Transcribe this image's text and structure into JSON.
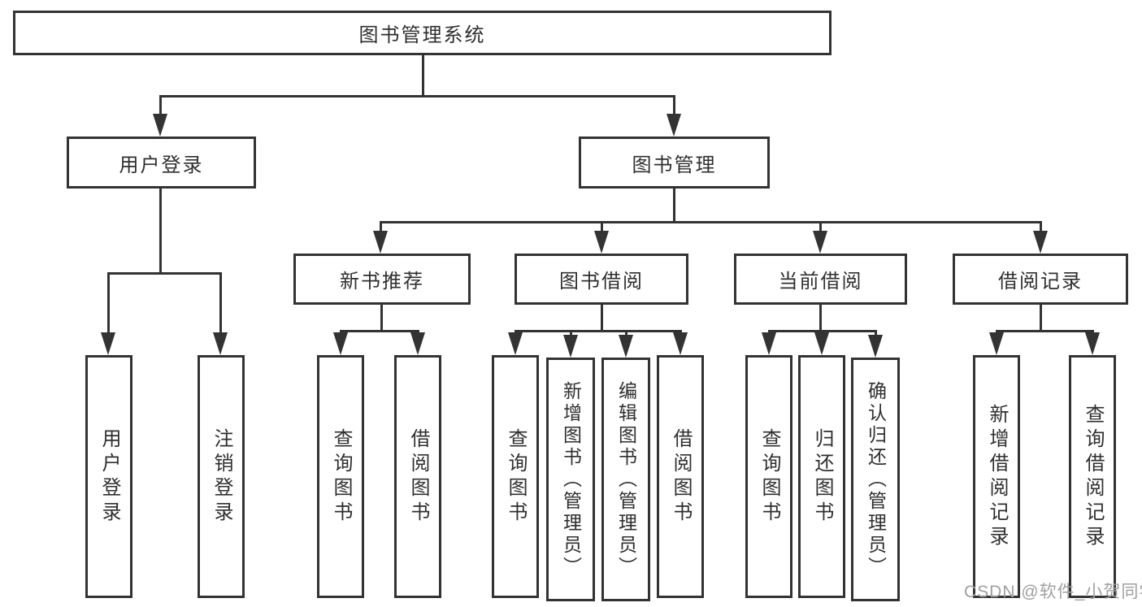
{
  "tree": {
    "root": {
      "label": "图书管理系统"
    },
    "branches": [
      {
        "label": "用户登录",
        "children": [
          {
            "label": "用户登录"
          },
          {
            "label": "注销登录"
          }
        ]
      },
      {
        "label": "图书管理",
        "children": [
          {
            "label": "新书推荐",
            "children": [
              {
                "label": "查询图书"
              },
              {
                "label": "借阅图书"
              }
            ]
          },
          {
            "label": "图书借阅",
            "children": [
              {
                "label": "查询图书"
              },
              {
                "label": "新增图书（管理员）"
              },
              {
                "label": "编辑图书（管理员）"
              },
              {
                "label": "借阅图书"
              }
            ]
          },
          {
            "label": "当前借阅",
            "children": [
              {
                "label": "查询图书"
              },
              {
                "label": "归还图书"
              },
              {
                "label": "确认归还（管理员）"
              }
            ]
          },
          {
            "label": "借阅记录",
            "children": [
              {
                "label": "新增借阅记录"
              },
              {
                "label": "查询借阅记录"
              }
            ]
          }
        ]
      }
    ]
  },
  "watermark": {
    "text": "CSDN @软件_小贺同学"
  },
  "colors": {
    "line": "#333333",
    "border": "#333333",
    "text": "#2f2f2f",
    "background": "#ffffff",
    "watermark": "#a0a0a0"
  }
}
